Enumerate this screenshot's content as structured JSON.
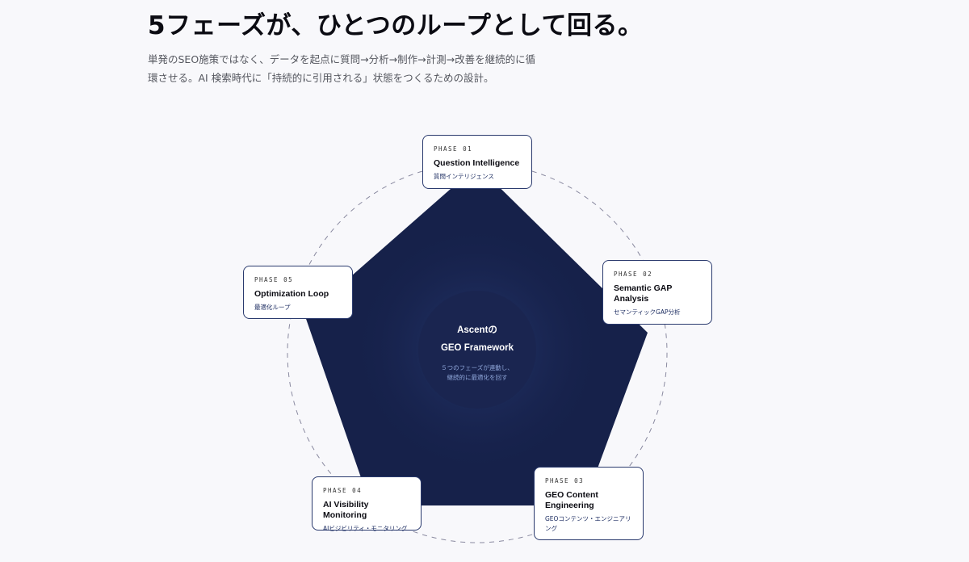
{
  "headline": "5フェーズが、ひとつのループとして回る。",
  "lead": "単発のSEO施策ではなく、データを起点に質問→分析→制作→計測→改善を継続的に循環させる。AI 検索時代に「持続的に引用される」状態をつくるための設計。",
  "center": {
    "title_line1": "Ascentの",
    "title_line2": "GEO Framework",
    "desc_line1": "５つのフェーズが連動し、",
    "desc_line2": "継続的に最適化を回す"
  },
  "phases": [
    {
      "label": "PHASE 01",
      "title": "Question Intelligence",
      "subtitle": "質問インテリジェンス"
    },
    {
      "label": "PHASE 02",
      "title": "Semantic GAP Analysis",
      "subtitle": "セマンティックGAP分析"
    },
    {
      "label": "PHASE 03",
      "title": "GEO Content Engineering",
      "subtitle": "GEOコンテンツ・エンジニアリング"
    },
    {
      "label": "PHASE 04",
      "title": "AI Visibility Monitoring",
      "subtitle": "AIビジビリティ・モニタリング"
    },
    {
      "label": "PHASE 05",
      "title": "Optimization Loop",
      "subtitle": "最適化ループ"
    }
  ],
  "colors": {
    "pentagon": "#16214a",
    "card_border": "#2a3a6e",
    "center_desc": "#8fa6d9"
  }
}
